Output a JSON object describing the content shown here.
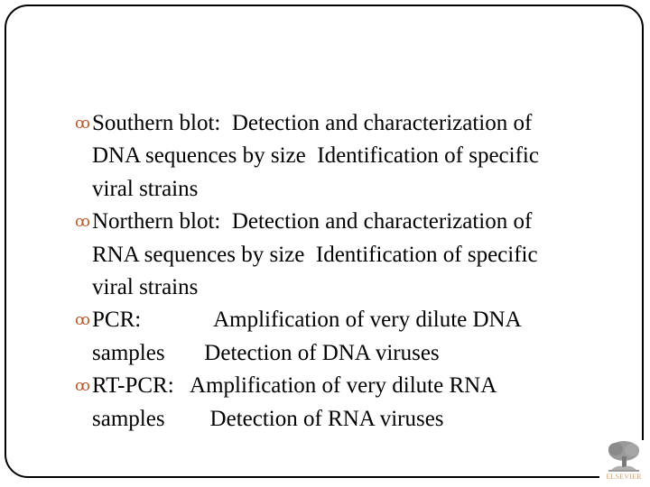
{
  "slide": {
    "items": [
      {
        "bullet_icon": "curly-bullet-icon",
        "lines": [
          "Southern blot:  Detection and characterization of",
          "DNA sequences by size  Identification of specific",
          "viral strains"
        ]
      },
      {
        "bullet_icon": "curly-bullet-icon",
        "lines": [
          "Northern blot:  Detection and characterization of",
          "RNA sequences by size  Identification of specific",
          "viral strains"
        ]
      },
      {
        "bullet_icon": "curly-bullet-icon",
        "lines": [
          "PCR:             Amplification of very dilute DNA",
          "samples       Detection of DNA viruses"
        ]
      },
      {
        "bullet_icon": "curly-bullet-icon",
        "lines": [
          "RT-PCR:   Amplification of very dilute RNA",
          "samples        Detection of RNA viruses"
        ]
      }
    ],
    "bullet_glyph": "ຢ",
    "bullet_color": "#b5582a",
    "logo": {
      "text": "ELSEVIER",
      "icon": "elsevier-tree-icon"
    }
  }
}
